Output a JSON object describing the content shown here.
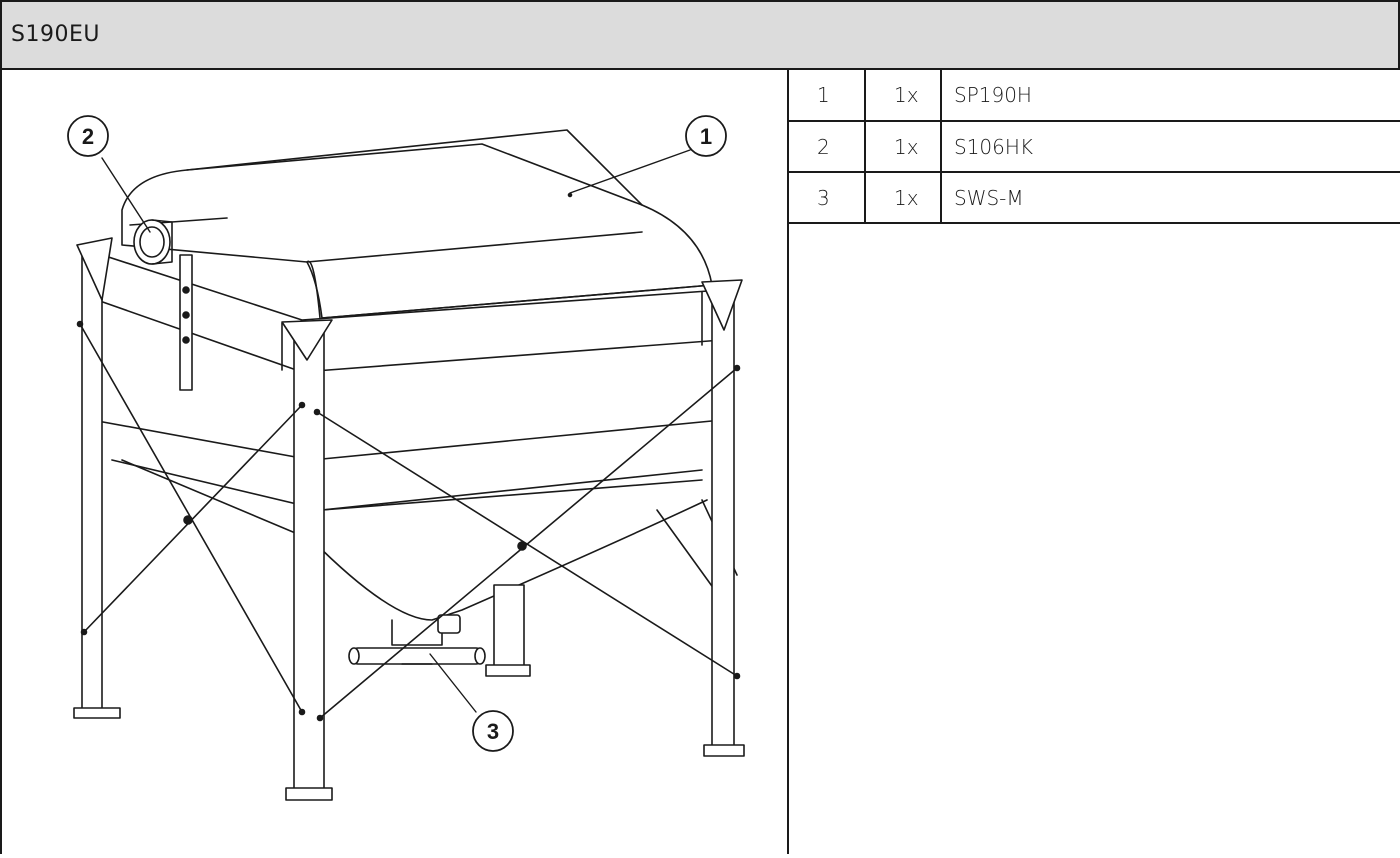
{
  "header": {
    "title": "S190EU"
  },
  "drawing": {
    "callouts": [
      {
        "label": "1"
      },
      {
        "label": "2"
      },
      {
        "label": "3"
      }
    ]
  },
  "parts": [
    {
      "num": "1",
      "qty": "1x",
      "part": "SP190H"
    },
    {
      "num": "2",
      "qty": "1x",
      "part": "S106HK"
    },
    {
      "num": "3",
      "qty": "1x",
      "part": "SWS-M"
    }
  ]
}
